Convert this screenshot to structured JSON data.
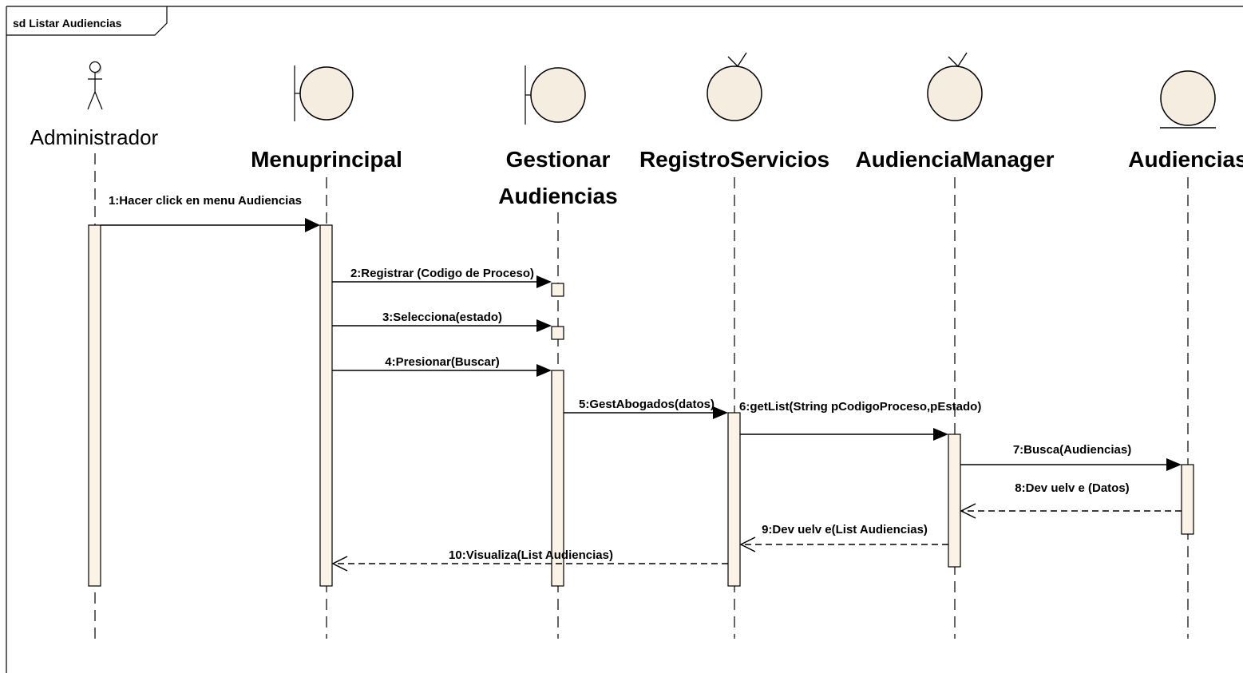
{
  "frame": {
    "label": "sd Listar Audiencias"
  },
  "participants": [
    {
      "id": "administrador",
      "type": "actor",
      "name_lines": [
        "Administrador"
      ]
    },
    {
      "id": "menuprincipal",
      "type": "boundary",
      "name_lines": [
        "Menuprincipal"
      ]
    },
    {
      "id": "gestionar-audiencias",
      "type": "boundary",
      "name_lines": [
        "Gestionar",
        "Audiencias"
      ]
    },
    {
      "id": "registroservicios",
      "type": "control",
      "name_lines": [
        "RegistroServicios"
      ]
    },
    {
      "id": "audienciamanager",
      "type": "control",
      "name_lines": [
        "AudienciaManager"
      ]
    },
    {
      "id": "audiencias",
      "type": "entity",
      "name_lines": [
        "Audiencias"
      ]
    }
  ],
  "messages": [
    {
      "label": "1:Hacer click en menu Audiencias",
      "from": "administrador",
      "to": "menuprincipal",
      "kind": "sync"
    },
    {
      "label": "2:Registrar (Codigo de Proceso)",
      "from": "menuprincipal",
      "to": "gestionar-audiencias",
      "kind": "sync"
    },
    {
      "label": "3:Selecciona(estado)",
      "from": "menuprincipal",
      "to": "gestionar-audiencias",
      "kind": "sync"
    },
    {
      "label": "4:Presionar(Buscar)",
      "from": "menuprincipal",
      "to": "gestionar-audiencias",
      "kind": "sync"
    },
    {
      "label": "5:GestAbogados(datos)",
      "from": "gestionar-audiencias",
      "to": "registroservicios",
      "kind": "sync"
    },
    {
      "label": "6:getList(String pCodigoProceso,pEstado)",
      "from": "registroservicios",
      "to": "audienciamanager",
      "kind": "sync"
    },
    {
      "label": "7:Busca(Audiencias)",
      "from": "audienciamanager",
      "to": "audiencias",
      "kind": "sync"
    },
    {
      "label": "8:Dev uelv e (Datos)",
      "from": "audiencias",
      "to": "audienciamanager",
      "kind": "return"
    },
    {
      "label": "9:Dev uelv e(List Audiencias)",
      "from": "audienciamanager",
      "to": "registroservicios",
      "kind": "return"
    },
    {
      "label": "10:Visualiza(List Audiencias)",
      "from": "registroservicios",
      "to": "menuprincipal",
      "kind": "return"
    }
  ]
}
